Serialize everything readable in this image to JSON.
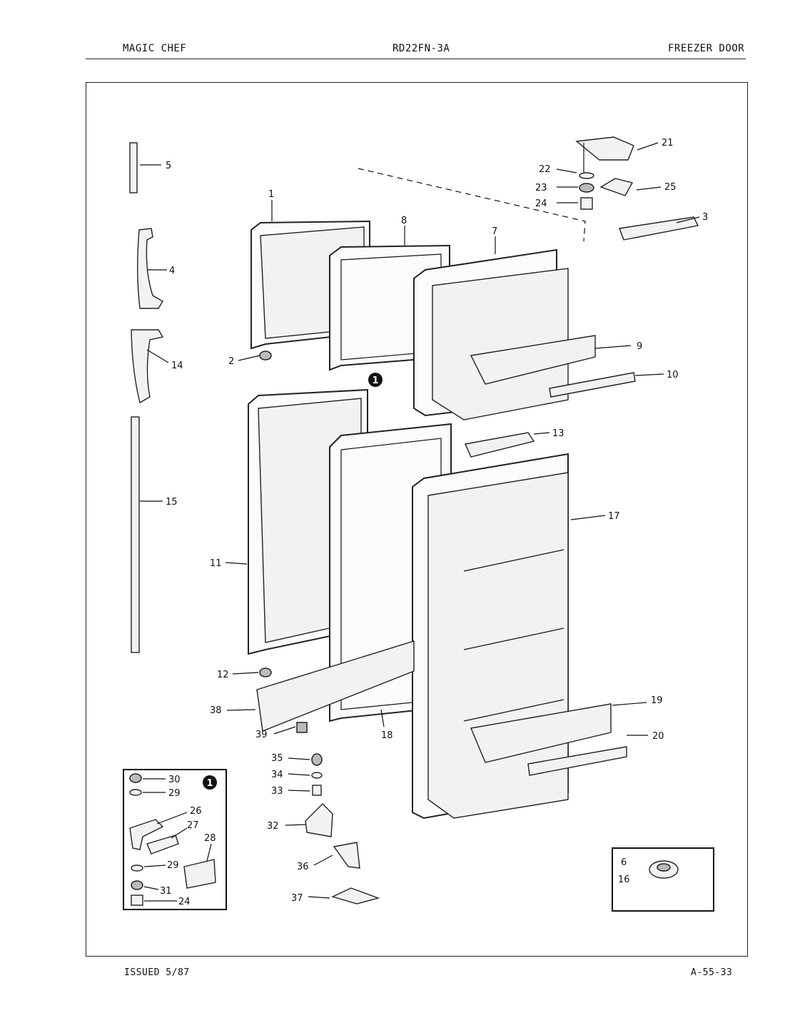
{
  "header": {
    "brand": "MAGIC CHEF",
    "model": "RD22FN-3A",
    "section": "FREEZER DOOR"
  },
  "footer": {
    "issued": "ISSUED 5/87",
    "page_code": "A-55-33"
  },
  "callouts": {
    "n1": "1",
    "n2": "2",
    "n3": "3",
    "n4": "4",
    "n5": "5",
    "n7": "7",
    "n8": "8",
    "n9": "9",
    "n10": "10",
    "n11": "11",
    "n12": "12",
    "n13": "13",
    "n14": "14",
    "n15": "15",
    "n17": "17",
    "n18": "18",
    "n19": "19",
    "n20": "20",
    "n21": "21",
    "n22": "22",
    "n23": "23",
    "n24": "24",
    "n25": "25",
    "n32": "32",
    "n33": "33",
    "n34": "34",
    "n35": "35",
    "n36": "36",
    "n37": "37",
    "n38": "38",
    "n39": "39"
  },
  "inset_hinge": {
    "badge": "1",
    "n30": "30",
    "n29a": "29",
    "n26": "26",
    "n27": "27",
    "n28": "28",
    "n29b": "29",
    "n31": "31",
    "n24": "24"
  },
  "inset_cap": {
    "n6": "6",
    "n16": "16"
  },
  "diagram_badge": "1"
}
